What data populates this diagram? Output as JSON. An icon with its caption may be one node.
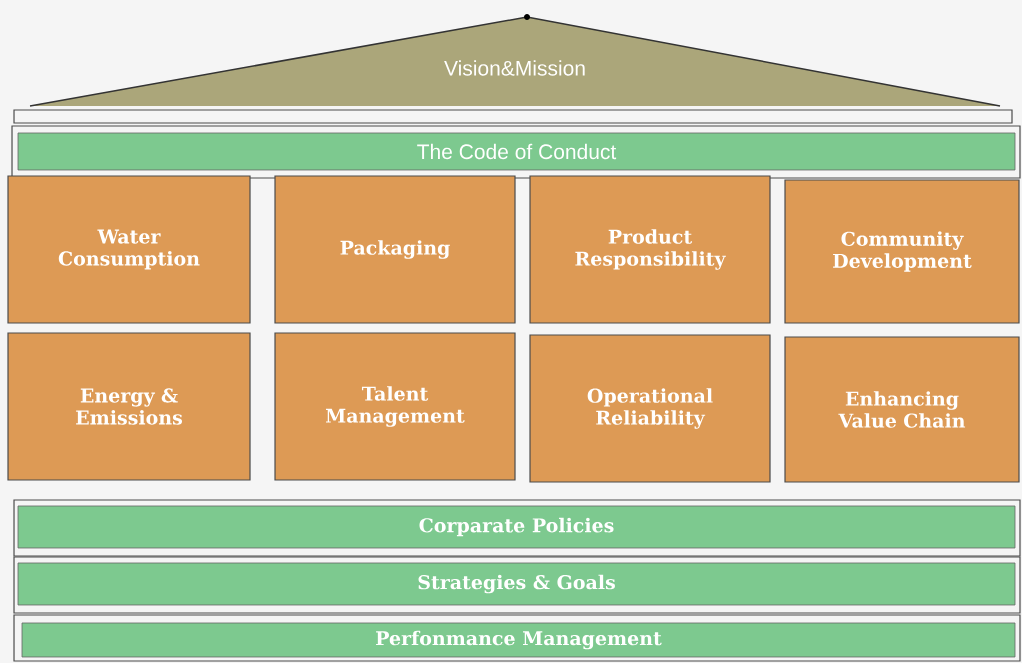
{
  "diagram": {
    "nodes": [
      {
        "text": [
          "Vision&Mission"
        ]
      },
      {
        "text": [
          "The Code of Conduct"
        ]
      },
      {
        "text": [
          "Water Consumption"
        ]
      },
      {
        "text": [
          "Packaging"
        ]
      },
      {
        "text": [
          "Product Responsibility"
        ]
      },
      {
        "text": [
          "Community Development"
        ]
      },
      {
        "text": [
          "Energy & Emissions"
        ]
      },
      {
        "text": [
          "Talent Management"
        ]
      },
      {
        "text": [
          "Operational Reliability"
        ]
      },
      {
        "text": [
          "Enhancing Value Chain"
        ]
      },
      {
        "text": [
          "Corparate Policies"
        ]
      },
      {
        "text": [
          "Strategies & Goals"
        ]
      },
      {
        "text": [
          "Perfonmance Management"
        ]
      }
    ]
  }
}
